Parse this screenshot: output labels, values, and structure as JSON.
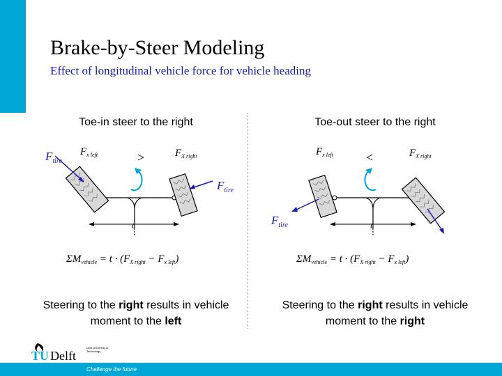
{
  "slide": {
    "title": "Brake-by-Steer Modeling",
    "subtitle": "Effect of longitudinal vehicle force for vehicle heading"
  },
  "left": {
    "heading": "Toe-in steer to the right",
    "caption_pre": "Steering to the ",
    "caption_em1": "right",
    "caption_mid": " results in vehicle moment to the ",
    "caption_em2": "left",
    "labels": {
      "ftire": "F",
      "ftire_sub": "tire",
      "fxleft": "F",
      "fxleft_sub": "x left",
      "fxright": "F",
      "fxright_sub": "X right",
      "compare": ">",
      "track": "t",
      "moment": "ΣM",
      "moment_sub": "vehicle",
      "eq": " = t · (F",
      "eq_sub1": "X right",
      "eq_mid": " − F",
      "eq_sub2": "x left",
      "eq_end": ")"
    }
  },
  "right": {
    "heading": "Toe-out steer to the right",
    "caption_pre": "Steering to the ",
    "caption_em1": "right",
    "caption_mid": " results in vehicle moment to the ",
    "caption_em2": "right",
    "labels": {
      "ftire": "F",
      "ftire_sub": "tire",
      "fxleft": "F",
      "fxleft_sub": "x left",
      "fxright": "F",
      "fxright_sub": "X right",
      "compare": "<",
      "track": "t",
      "moment": "ΣM",
      "moment_sub": "vehicle",
      "eq": " = t · (F",
      "eq_sub1": "X right",
      "eq_mid": " − F",
      "eq_sub2": "x left",
      "eq_end": ")"
    }
  },
  "footer": {
    "logo_tu": "TU",
    "logo_delft": "Delft",
    "uni_text": "Delft University of Technology",
    "tagline": "Challenge the future"
  },
  "colors": {
    "accent": "#00a6d6",
    "subtitle": "#1a1aa6",
    "force_arrow": "#1a1aa6",
    "rotation_arrow": "#00a6d6"
  }
}
